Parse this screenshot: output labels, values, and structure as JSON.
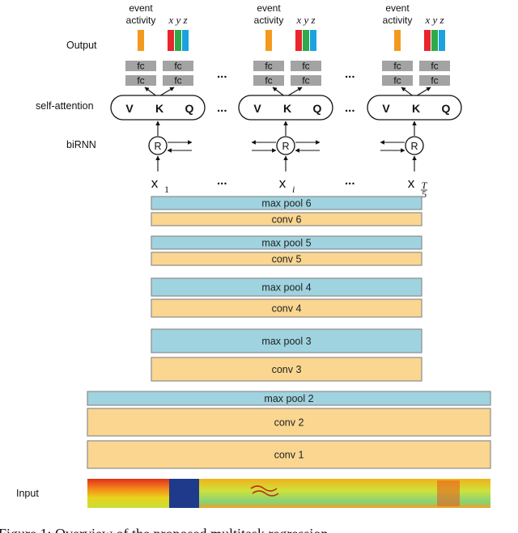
{
  "side_labels": {
    "output": "Output",
    "self_attention": "self-attention",
    "birnn": "biRNN",
    "input": "Input"
  },
  "output_labels": {
    "event_line1": "event",
    "event_line2": "activity",
    "xyz": "x y z"
  },
  "fc_label": "fc",
  "attention_keys": [
    "V",
    "K",
    "Q"
  ],
  "rnn_label": "R",
  "ellipsis": "...",
  "time_steps": [
    {
      "symbol": "x",
      "subscript": "1"
    },
    {
      "symbol": "x",
      "subscript": "i"
    },
    {
      "symbol": "x",
      "subscript": "T/5"
    }
  ],
  "cnn_blocks": [
    {
      "label": "max pool 6",
      "kind": "pool"
    },
    {
      "label": "conv 6",
      "kind": "conv"
    },
    {
      "label": "max pool 5",
      "kind": "pool"
    },
    {
      "label": "conv 5",
      "kind": "conv"
    },
    {
      "label": "max pool 4",
      "kind": "pool"
    },
    {
      "label": "conv 4",
      "kind": "conv"
    },
    {
      "label": "max pool 3",
      "kind": "pool"
    },
    {
      "label": "conv 3",
      "kind": "conv"
    },
    {
      "label": "max pool 2",
      "kind": "pool"
    },
    {
      "label": "conv 2",
      "kind": "conv"
    },
    {
      "label": "conv 1",
      "kind": "conv"
    }
  ],
  "caption": "Figure 1: Overview of the proposed multitask regression",
  "colors": {
    "pool": "#9fd3df",
    "conv": "#fad690",
    "block_border": "#8c8c8c",
    "fc": "#a3a3a3",
    "event_bar": "#f39a1e",
    "x_bar": "#e8262b",
    "y_bar": "#2eaa4a",
    "z_bar": "#1aa3df"
  }
}
